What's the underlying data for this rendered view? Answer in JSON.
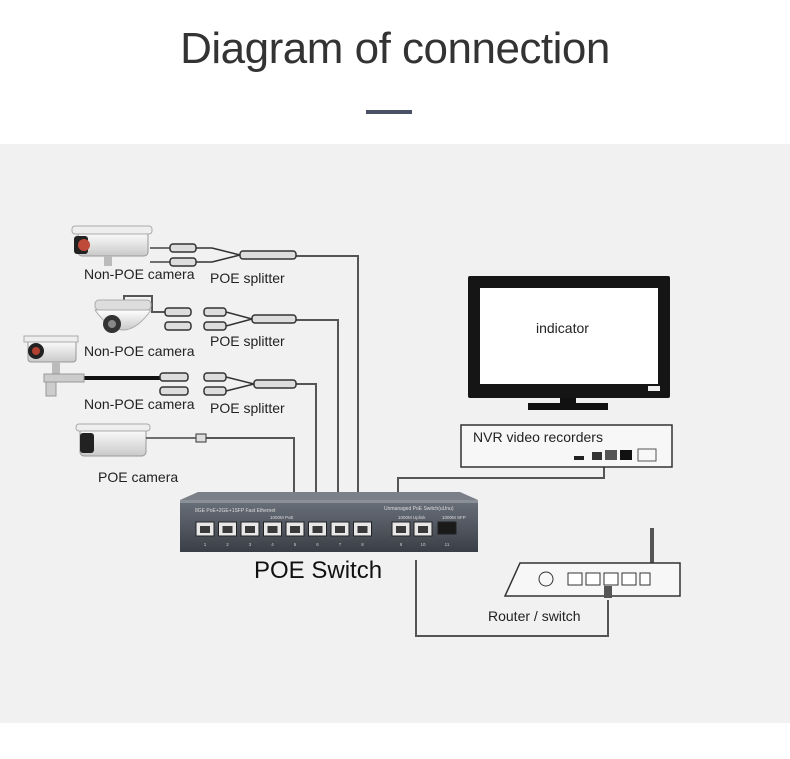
{
  "title": "Diagram of connection",
  "labels": {
    "cam1": "Non-POE camera",
    "cam2": "Non-POE camera",
    "cam3": "Non-POE camera",
    "cam4": "POE camera",
    "split1": "POE splitter",
    "split2": "POE splitter",
    "split3": "POE splitter",
    "monitor": "indicator",
    "nvr": "NVR video recorders",
    "switch": "POE Switch",
    "router": "Router / switch"
  },
  "switch_panel": {
    "left_caption": "8GE PoE+2GE+1SFP Fast Ethernet",
    "right_caption": "Unmanaged PoE Switch(uUnu)",
    "poe_group": "1000M PoE",
    "uplink_group": "1000M Uplink",
    "sfp": "1000M SFP",
    "port_numbers": [
      "1",
      "2",
      "3",
      "4",
      "5",
      "6",
      "7",
      "8",
      "9",
      "10",
      "11"
    ]
  },
  "colors": {
    "title_bar": "#4a5066",
    "panel_bg": "#f1f1f1",
    "cable": "#555555"
  }
}
